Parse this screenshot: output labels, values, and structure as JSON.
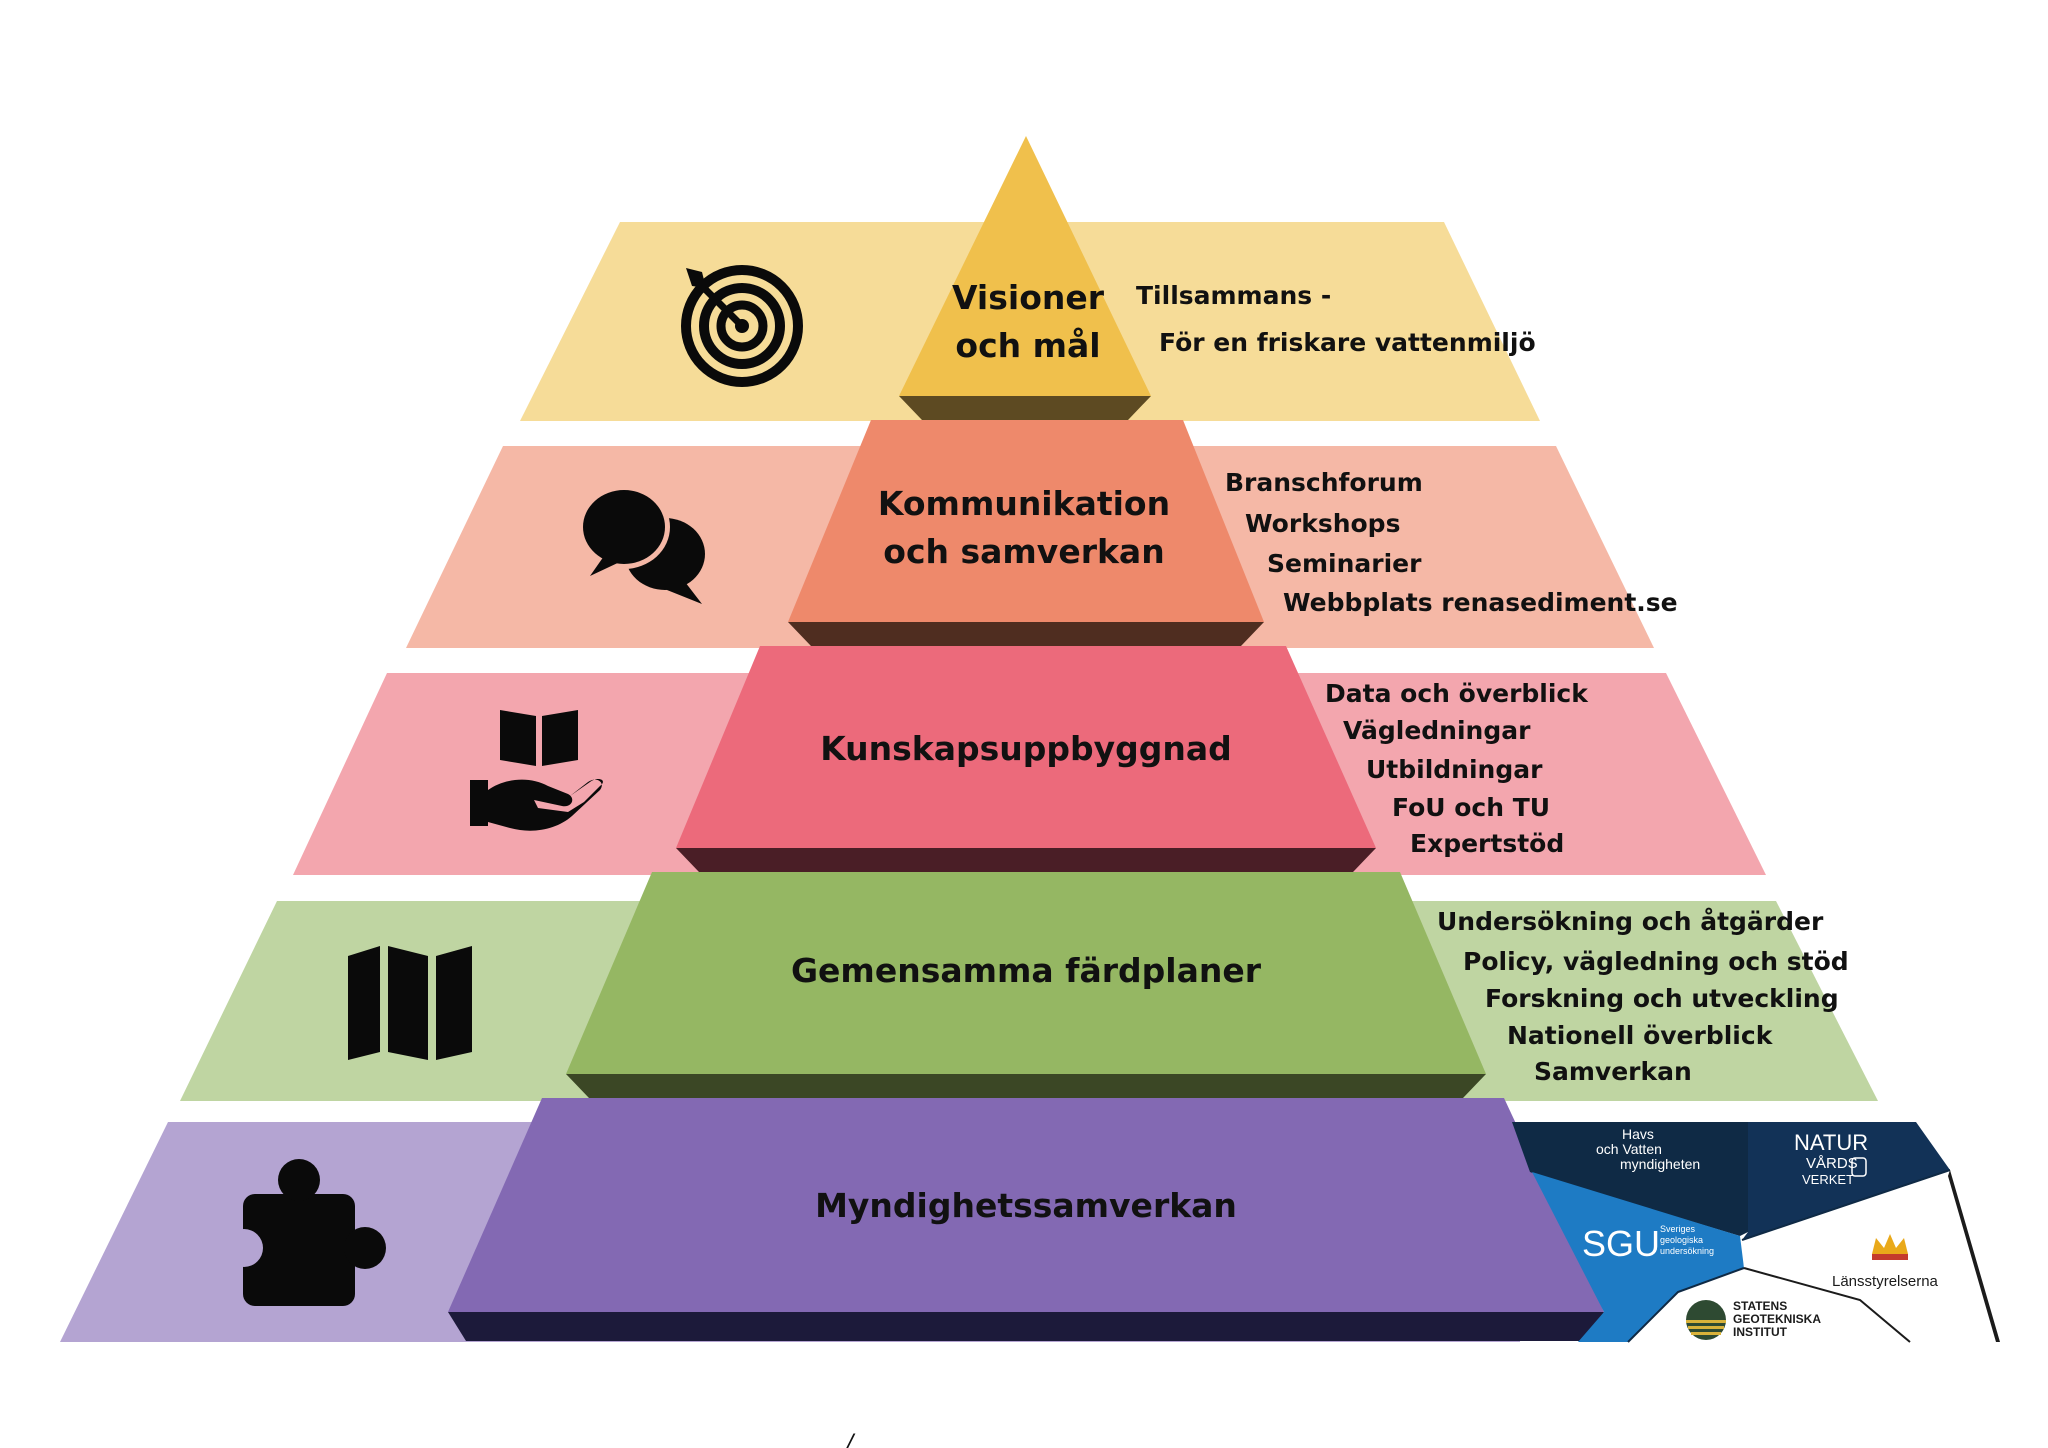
{
  "colors": {
    "level1_band": "#f6dc98",
    "level1_core": "#f0c04c",
    "level1_shadow": "#5d4a22",
    "level2_band": "#f5b8a6",
    "level2_core": "#ee896b",
    "level2_shadow": "#4f2d20",
    "level3_band": "#f3a6ae",
    "level3_core": "#ec6a7b",
    "level3_shadow": "#4a1e26",
    "level4_band": "#bfd5a2",
    "level4_core": "#95b763",
    "level4_shadow": "#3b4725",
    "level5_band": "#b4a4d2",
    "level5_core": "#8369b3",
    "level5_shadow": "#1c1a3a",
    "icon": "#0a0a0a"
  },
  "levels": [
    {
      "id": "visioner",
      "title_lines": [
        "Visioner",
        "och mål"
      ],
      "icon": "target-icon",
      "side_items": [
        "Tillsammans -",
        "För en friskare vattenmiljö"
      ]
    },
    {
      "id": "kommunikation",
      "title_lines": [
        "Kommunikation",
        "och samverkan"
      ],
      "icon": "speech-bubbles-icon",
      "side_items": [
        "Branschforum",
        "Workshops",
        "Seminarier",
        "Webbplats renasediment.se"
      ]
    },
    {
      "id": "kunskap",
      "title_lines": [
        "Kunskapsuppbyggnad"
      ],
      "icon": "book-in-hand-icon",
      "side_items": [
        "Data och överblick",
        "Vägledningar",
        "Utbildningar",
        "FoU och TU",
        "Expertstöd"
      ]
    },
    {
      "id": "fardplaner",
      "title_lines": [
        "Gemensamma färdplaner"
      ],
      "icon": "map-icon",
      "side_items": [
        "Undersökning och åtgärder",
        "Policy, vägledning och stöd",
        "Forskning och utveckling",
        "Nationell överblick",
        "Samverkan"
      ]
    },
    {
      "id": "myndighet",
      "title_lines": [
        "Myndighetssamverkan"
      ],
      "icon": "puzzle-piece-icon",
      "side_items": []
    }
  ],
  "authority_logos": {
    "havs": [
      "Havs",
      "och Vatten",
      "myndigheten"
    ],
    "natur": [
      "NATUR",
      "VÅRDS",
      "VERKET"
    ],
    "sgu": {
      "mark": "SGU",
      "sub": [
        "Sveriges",
        "geologiska",
        "undersökning"
      ]
    },
    "lansstyrelserna": "Länsstyrelserna",
    "sgi": [
      "STATENS",
      "GEOTEKNISKA",
      "INSTITUT"
    ]
  },
  "footer_mark": "/"
}
